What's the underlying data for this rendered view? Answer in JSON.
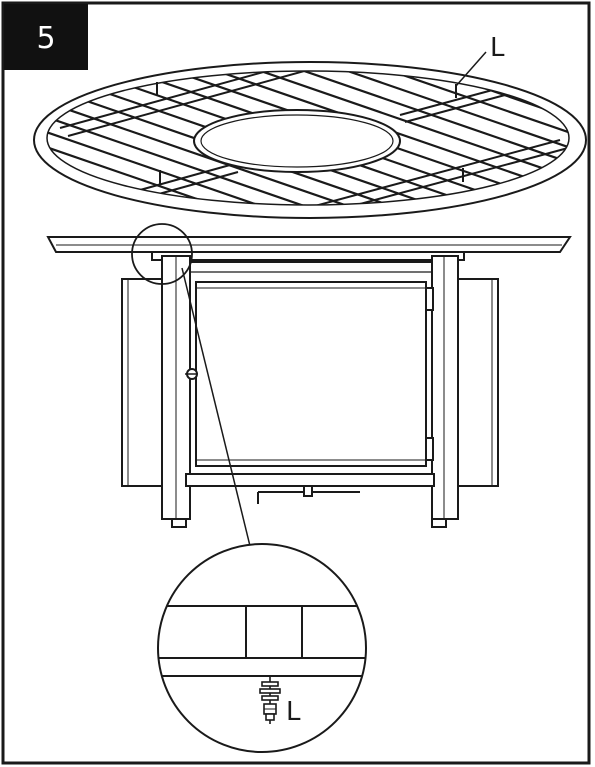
{
  "step": {
    "number": "5"
  },
  "labels": {
    "top_part": "L",
    "detail_part": "L"
  },
  "colors": {
    "ink": "#1a1a1a",
    "paper": "#ffffff",
    "badge": "#111111"
  }
}
